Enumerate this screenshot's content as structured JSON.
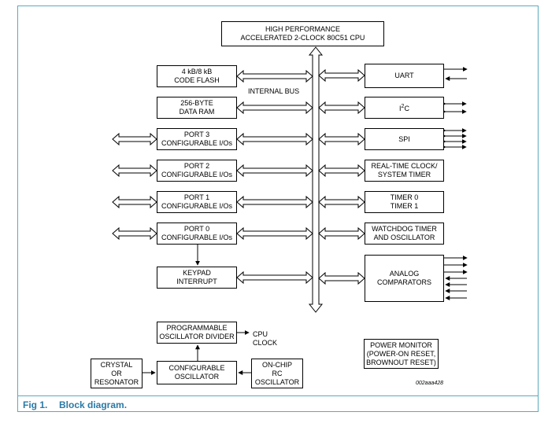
{
  "cpu": {
    "line1": "HIGH PERFORMANCE",
    "line2": "ACCELERATED 2-CLOCK 80C51 CPU"
  },
  "bus_label": "INTERNAL BUS",
  "left_blocks": {
    "flash": [
      "4 kB/8 kB",
      "CODE FLASH"
    ],
    "ram": [
      "256-BYTE",
      "DATA RAM"
    ],
    "port3": [
      "PORT 3",
      "CONFIGURABLE I/Os"
    ],
    "port2": [
      "PORT 2",
      "CONFIGURABLE I/Os"
    ],
    "port1": [
      "PORT 1",
      "CONFIGURABLE I/Os"
    ],
    "port0": [
      "PORT 0",
      "CONFIGURABLE I/Os"
    ],
    "keypad": [
      "KEYPAD",
      "INTERRUPT"
    ]
  },
  "right_blocks": {
    "uart": "UART",
    "i2c_base": "I",
    "i2c_sup": "2",
    "i2c_end": "C",
    "spi": "SPI",
    "rtc": [
      "REAL-TIME CLOCK/",
      "SYSTEM TIMER"
    ],
    "timer": [
      "TIMER 0",
      "TIMER 1"
    ],
    "wdt": [
      "WATCHDOG TIMER",
      "AND OSCILLATOR"
    ],
    "analog": [
      "ANALOG",
      "COMPARATORS"
    ]
  },
  "clock_section": {
    "divider": [
      "PROGRAMMABLE",
      "OSCILLATOR DIVIDER"
    ],
    "cpu_clock": [
      "CPU",
      "CLOCK"
    ],
    "crystal": [
      "CRYSTAL",
      "OR",
      "RESONATOR"
    ],
    "config_osc": [
      "CONFIGURABLE",
      "OSCILLATOR"
    ],
    "rc_osc": [
      "ON-CHIP",
      "RC",
      "OSCILLATOR"
    ]
  },
  "power_monitor": [
    "POWER MONITOR",
    "(POWER-ON RESET,",
    "BROWNOUT RESET)"
  ],
  "drawing_code": "002aaa428",
  "caption": {
    "fig": "Fig 1.",
    "title": "Block diagram."
  }
}
